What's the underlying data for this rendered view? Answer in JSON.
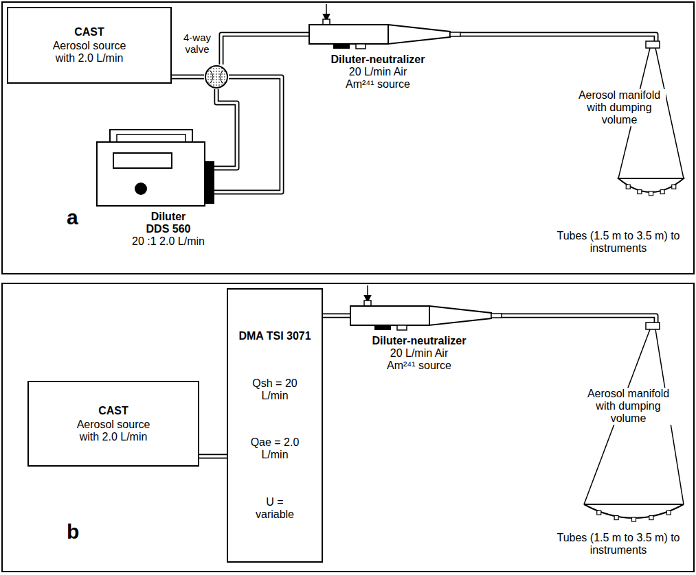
{
  "diagram": {
    "nodes": [
      {
        "text": [
          "a"
        ]
      },
      {
        "text": [
          "CAST",
          "Aerosol source with 2.0 L/min"
        ],
        "in": 0
      },
      {
        "text": [
          "4-way valve"
        ],
        "in": 0
      },
      {
        "text": [
          "Diluter DDS 560",
          "20 :1 2.0 L/min"
        ],
        "in": 0
      },
      {
        "text": [
          "Diluter-neutralizer",
          "20 L/min Air Am²⁴¹ source"
        ],
        "in": 0
      },
      {
        "text": [
          "Aerosol manifold with dumping volume",
          "Tubes (1.5 m to 3.5 m) to instruments"
        ],
        "in": 0
      },
      {
        "text": [
          "b"
        ]
      },
      {
        "text": [
          "CAST",
          "Aerosol source with 2.0 L/min"
        ],
        "in": 6
      },
      {
        "text": [
          "DMA TSI 3071",
          "Qsh = 20 L/min",
          "Qae = 2.0 L/min",
          "U = variable"
        ],
        "in": 6
      },
      {
        "text": [
          "Diluter-neutralizer",
          "20 L/min Air Am²⁴¹ source"
        ],
        "in": 6
      },
      {
        "text": [
          "Aerosol manifold with dumping volume",
          "Tubes (1.5 m to 3.5 m) to instruments"
        ],
        "in": 6
      }
    ],
    "edges": [
      {
        "from": 1,
        "to": 2,
        "arrow": "none"
      },
      {
        "from": 2,
        "to": 3,
        "arrow": "none"
      },
      {
        "from": 3,
        "to": 2,
        "arrow": "none"
      },
      {
        "from": 2,
        "to": 4,
        "arrow": "none"
      },
      {
        "from": 4,
        "to": 5,
        "arrow": "none"
      },
      {
        "from": 7,
        "to": 8,
        "arrow": "none"
      },
      {
        "from": 8,
        "to": 9,
        "arrow": "none"
      },
      {
        "from": 9,
        "to": 10,
        "arrow": "none"
      }
    ]
  }
}
